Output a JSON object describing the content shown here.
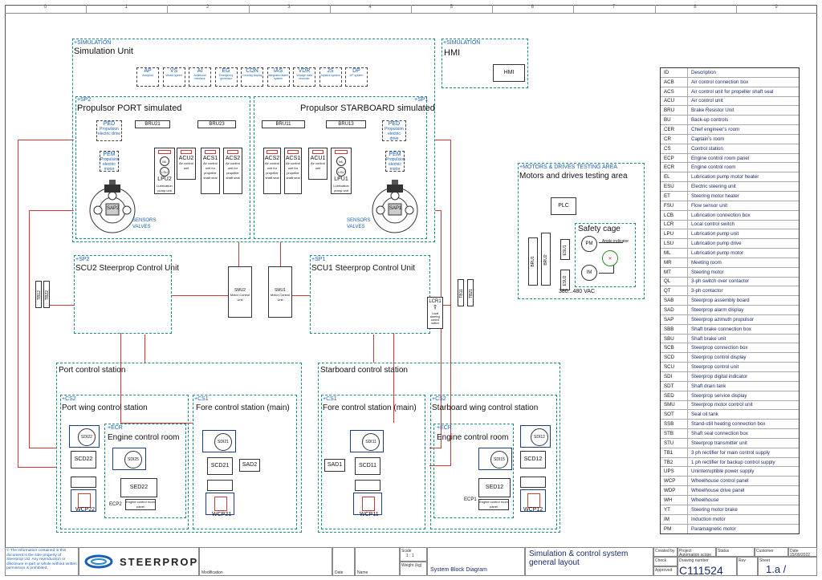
{
  "ruler": {
    "cols": [
      "0",
      "1",
      "2",
      "3",
      "4",
      "5",
      "6",
      "7",
      "8",
      "9"
    ]
  },
  "simulation": {
    "tag": "+SIMULATION",
    "title": "Simulation Unit",
    "modules": [
      {
        "code": "AP",
        "desc": "Autopilot"
      },
      {
        "code": "VS",
        "desc": "Vessel speed"
      },
      {
        "code": "AI",
        "desc": "Additional interface"
      },
      {
        "code": "EG",
        "desc": "Emergency generator"
      },
      {
        "code": "CON",
        "desc": "Conning display"
      },
      {
        "code": "IAS",
        "desc": "Integrated alarm system"
      },
      {
        "code": "VDR",
        "desc": "Voyage data recorder"
      },
      {
        "code": "JS",
        "desc": "Joystick system"
      },
      {
        "code": "DP",
        "desc": "DP system"
      }
    ]
  },
  "hmi": {
    "tag": "+SIMULATION",
    "title": "HMI",
    "box": "HMI"
  },
  "port_prop": {
    "tag": "+SP2",
    "title": "Propulsor PORT simulated",
    "bru_a": "BRU21",
    "bru_b": "BRU23",
    "ped": "PED",
    "ped_sub": "Propulsion electric drive",
    "pem": "PEM",
    "pem_sub": "Propulsion electric motor",
    "lpu": "LPU2",
    "lpu_sub": "Lubrication pump unit",
    "acu": "ACU2",
    "acu_sub": "Air control unit",
    "acs_a": "ACS1",
    "acs_b": "ACS2",
    "acs_sub": "Air control unit for propeller shaft seal",
    "sap": "SAP2",
    "sensors": "SENSORS",
    "valves": "VALVES"
  },
  "stbd_prop": {
    "tag": "+SP1",
    "title": "Propulsor STARBOARD simulated",
    "bru_a": "BRU11",
    "bru_b": "BRU13",
    "ped": "PED",
    "ped_sub": "Propulsion electric drive",
    "pem": "PEM",
    "pem_sub": "Propulsion electric motor",
    "lpu": "LPU1",
    "lpu_sub": "Lubrication pump unit",
    "acu": "ACU1",
    "acu_sub": "Air control unit",
    "acs_a": "ACS2",
    "acs_b": "ACS1",
    "acs_sub": "Air control unit for propeller shaft seal",
    "sap": "SAP1",
    "sensors": "SENSORS",
    "valves": "VALVES"
  },
  "motors_area": {
    "tag": "+MOTORS & DRIVES TESTING AREA",
    "title": "Motors and drives testing area",
    "plc": "PLC",
    "cage": "Safety cage",
    "pm": "PM",
    "im": "IM",
    "angle": "Angle indicator",
    "voltage": "380...480 VAC",
    "bru1": "BRU1",
    "bru2": "BRU2",
    "esu1": "ESU1",
    "esu2": "ESU2"
  },
  "scu2": {
    "tag": "+SP2",
    "title": "SCU2 Steerprop Control Unit",
    "tb_a": "TB12",
    "tb_b": "TB22"
  },
  "scu1": {
    "tag": "+SP1",
    "title": "SCU1 Steerprop Control Unit",
    "tb_a": "TB11",
    "tb_b": "TB21",
    "lcr": "LCR1",
    "lcr_sub": "Local steering control switch"
  },
  "smu2": {
    "code": "SMU2",
    "sub": "Motor Control Unit"
  },
  "smu1": {
    "code": "SMU1",
    "sub": "Motor Control Unit"
  },
  "port_station": {
    "title": "Port control station"
  },
  "stbd_station": {
    "title": "Starboard control station"
  },
  "port_wing": {
    "tag": "+CS2",
    "title": "Port wing control station",
    "sdi": "SDI22",
    "scd": "SCD22",
    "wcp": "WCP22"
  },
  "port_fore": {
    "tag": "+CS1",
    "title": "Fore control station (main)",
    "sdi": "SDI21",
    "scd": "SCD21",
    "sad": "SAD2",
    "wcp": "WCP21"
  },
  "stbd_fore": {
    "tag": "+CS1",
    "title": "Fore control station (main)",
    "sdi": "SDI11",
    "scd": "SCD11",
    "sad": "SAD1",
    "wcp": "WCP11"
  },
  "stbd_wing": {
    "tag": "+CS2",
    "title": "Starboard wing control station",
    "sdi": "SDI12",
    "scd": "SCD12",
    "wcp": "WCP12"
  },
  "ecr_port": {
    "tag": "+ECR",
    "title": "Engine control room",
    "sdi": "SDI25",
    "sed": "SED22",
    "ecp": "ECP2",
    "ecp_sub": "Engine control room panel"
  },
  "ecr_stbd": {
    "tag": "+ECR",
    "title": "Engine control room",
    "sdi": "SDI15",
    "sed": "SED12",
    "ecp": "ECP1",
    "ecp_sub": "Engine control room panel"
  },
  "legend": {
    "header": {
      "id": "ID",
      "desc": "Description"
    },
    "rows": [
      {
        "id": "ACB",
        "desc": "Air control connection box"
      },
      {
        "id": "ACS",
        "desc": "Air control unit for propeller shaft seal"
      },
      {
        "id": "ACU",
        "desc": "Air control unit"
      },
      {
        "id": "BRU",
        "desc": "Brake Resistor Unit"
      },
      {
        "id": "BU",
        "desc": "Back-up controls"
      },
      {
        "id": "CER",
        "desc": "Chief engineer's room"
      },
      {
        "id": "CR",
        "desc": "Captain's room"
      },
      {
        "id": "CS",
        "desc": "Control station"
      },
      {
        "id": "ECP",
        "desc": "Engine control room panel"
      },
      {
        "id": "ECR",
        "desc": "Engine control room"
      },
      {
        "id": "EL",
        "desc": "Lubrication pump motor heater"
      },
      {
        "id": "ESU",
        "desc": "Electric steering unit"
      },
      {
        "id": "ET",
        "desc": "Steering motor heater"
      },
      {
        "id": "FSU",
        "desc": "Flow sensor unit"
      },
      {
        "id": "LCB",
        "desc": "Lubrication connection box"
      },
      {
        "id": "LCR",
        "desc": "Local control switch"
      },
      {
        "id": "LPU",
        "desc": "Lubrication pump unit"
      },
      {
        "id": "LSU",
        "desc": "Lubrication pump drive"
      },
      {
        "id": "ML",
        "desc": "Lubrication pump motor"
      },
      {
        "id": "MR",
        "desc": "Meeting room"
      },
      {
        "id": "MT",
        "desc": "Steering motor"
      },
      {
        "id": "QL",
        "desc": "3-ph switch over contactor"
      },
      {
        "id": "QT",
        "desc": "3-ph contactor"
      },
      {
        "id": "SAB",
        "desc": "Steerprop assembly board"
      },
      {
        "id": "SAD",
        "desc": "Steerprop alarm display"
      },
      {
        "id": "SAP",
        "desc": "Steerprop azimuth propulsor"
      },
      {
        "id": "SBB",
        "desc": "Shaft brake connection box"
      },
      {
        "id": "SBU",
        "desc": "Shaft brake unit"
      },
      {
        "id": "SCB",
        "desc": "Steerprop connection box"
      },
      {
        "id": "SCD",
        "desc": "Steerprop control display"
      },
      {
        "id": "SCU",
        "desc": "Steerprop control unit"
      },
      {
        "id": "SDI",
        "desc": "Steerprop digital indicator"
      },
      {
        "id": "SDT",
        "desc": "Shaft drain tank"
      },
      {
        "id": "SED",
        "desc": "Steerprop service display"
      },
      {
        "id": "SMU",
        "desc": "Steerprop motor control unit"
      },
      {
        "id": "SOT",
        "desc": "Seal oil tank"
      },
      {
        "id": "SSB",
        "desc": "Stand-still heating connection box"
      },
      {
        "id": "STB",
        "desc": "Shaft seal connection box"
      },
      {
        "id": "STU",
        "desc": "Steerprop transmitter unit"
      },
      {
        "id": "TB1",
        "desc": "3 ph rectifier for main control supply"
      },
      {
        "id": "TB2",
        "desc": "1 ph rectifier for backup control supply"
      },
      {
        "id": "UPS",
        "desc": "Uninterruptible power supply"
      },
      {
        "id": "WCP",
        "desc": "Wheelhouse control panel"
      },
      {
        "id": "WDP",
        "desc": "Wheelhouse drive panel"
      },
      {
        "id": "WH",
        "desc": "Wheelhouse"
      },
      {
        "id": "YT",
        "desc": "Steering motor brake"
      },
      {
        "id": "IM",
        "desc": "Induction motor"
      },
      {
        "id": "PM",
        "desc": "Paramagnetic motor"
      }
    ]
  },
  "title_block": {
    "disclaimer": "© The information contained in this document is the sole property of Steerprop Ltd. Any reproduction or disclosure in part or whole without written permission is prohibited.",
    "brand": "STEERPROP",
    "modification": "Modification",
    "date": "Date",
    "name": "Name",
    "scale": "Scale",
    "scale_val": "1 : 1",
    "weight": "Weight (kg)",
    "doc_type": "System Block Diagram",
    "drawing_title": "Simulation & control system general layout",
    "created_by": "Created by",
    "check": "Check",
    "approved": "Approved",
    "project": "Project",
    "project_val": "Automation scope",
    "status": "Status",
    "customer": "Customer",
    "date_label": "Date",
    "date_val": "15/09/2022",
    "drawing_number": "Drawing number",
    "drawing_no": "C111524",
    "rev": "Rev",
    "sheet": "Sheet",
    "sheet_val": "1.a /"
  }
}
